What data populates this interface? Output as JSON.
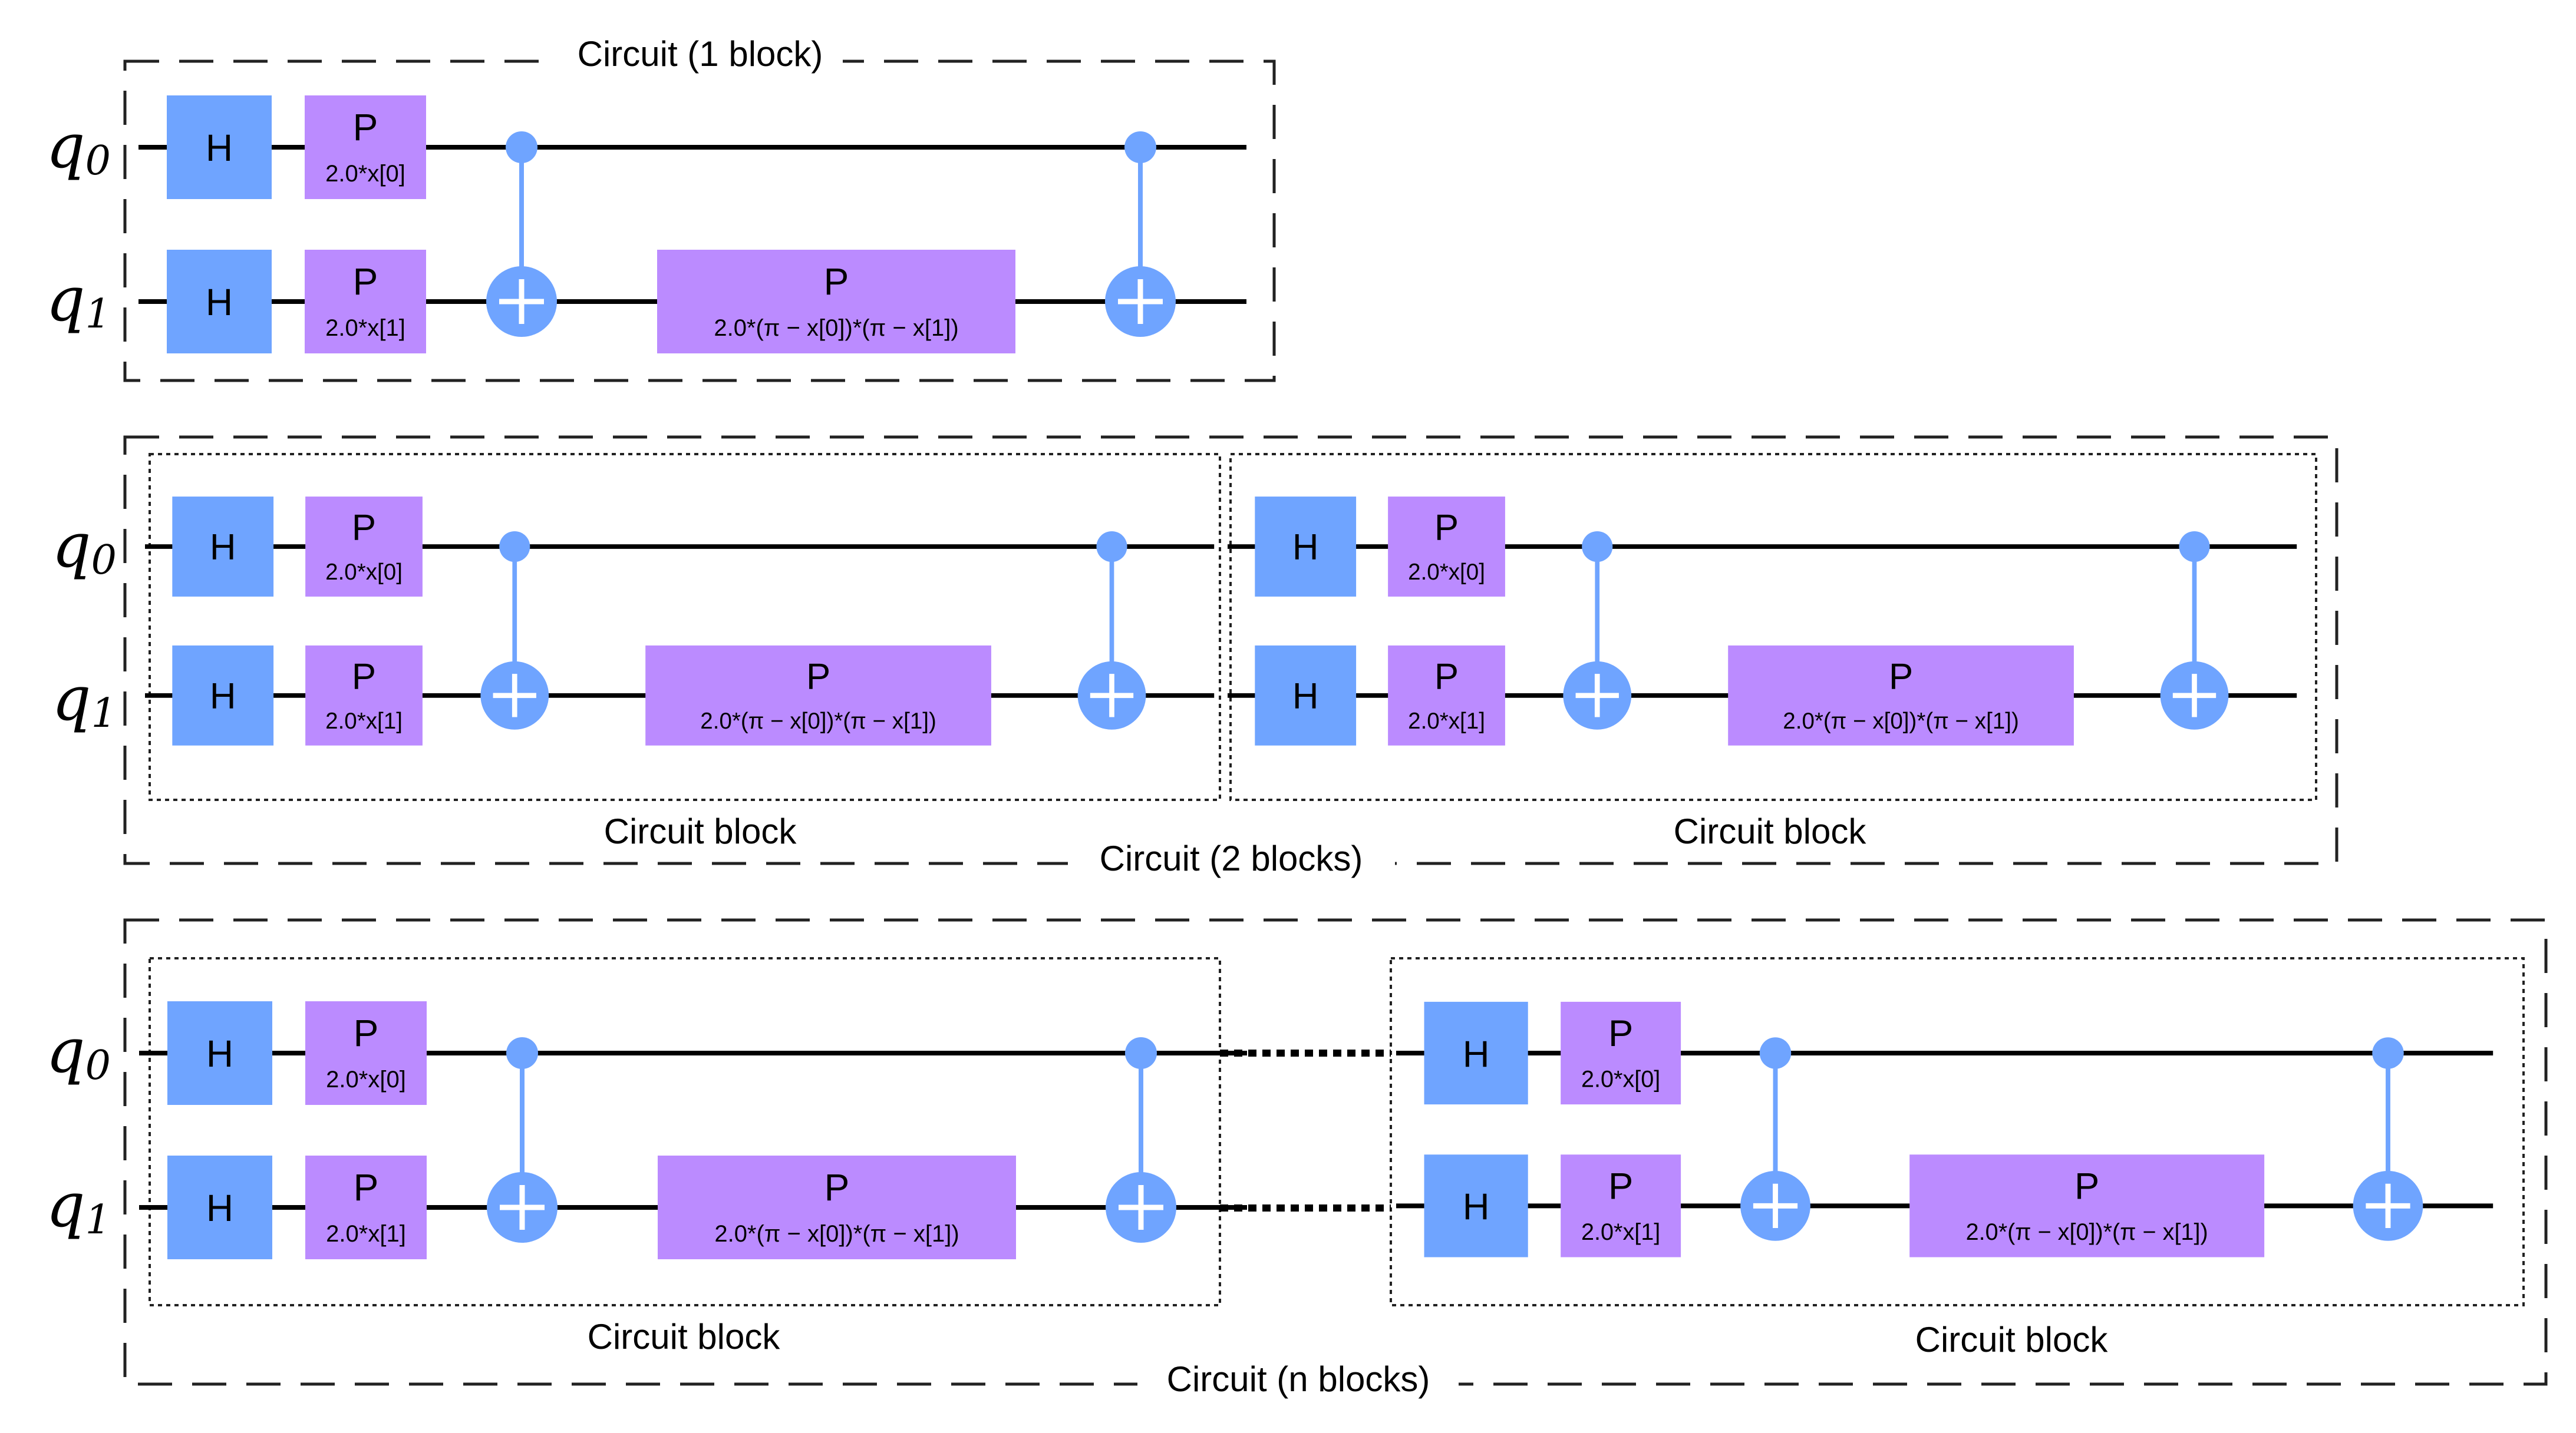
{
  "labels": {
    "circuit_1": "Circuit (1 block)",
    "circuit_2": "Circuit (2 blocks)",
    "circuit_n": "Circuit (n blocks)",
    "circuit_block": "Circuit block"
  },
  "qubits": [
    {
      "name": "q",
      "sub": "0"
    },
    {
      "name": "q",
      "sub": "1"
    }
  ],
  "block": {
    "h_label": "H",
    "p_label": "P",
    "p_params": [
      "2.0*x[0]",
      "2.0*x[1]"
    ],
    "pp_param": "2.0*(π − x[0])*(π − x[1])"
  },
  "colors": {
    "h_gate": "#6fa4ff",
    "p_gate": "#bb8bff",
    "cnot": "#6fa4ff",
    "wire": "#000000"
  }
}
